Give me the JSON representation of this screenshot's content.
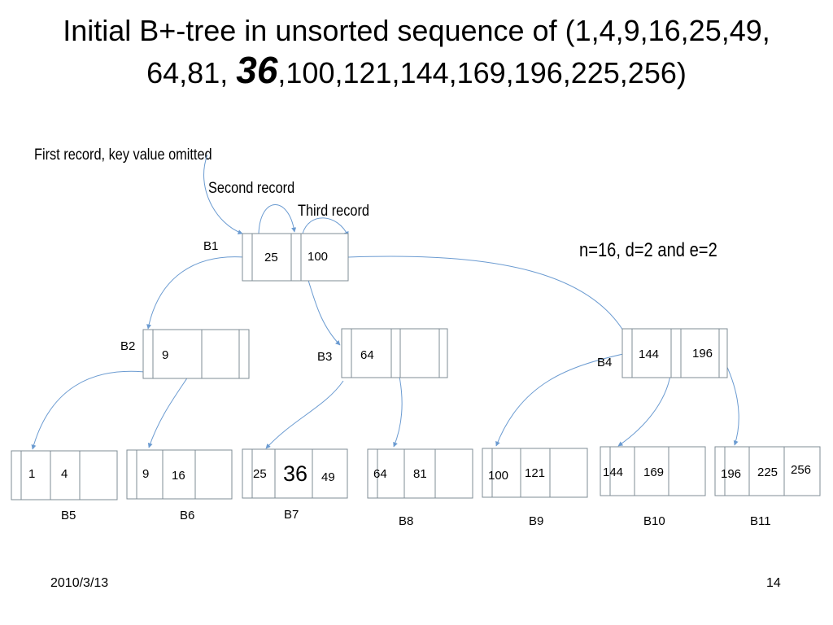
{
  "title": {
    "line1": "Initial B+-tree in unsorted sequence of (1,4,9,16,25,49,",
    "line2_pre": "64,81, ",
    "line2_emph": "36",
    "line2_post": ",100,121,144,169,196,225,256)"
  },
  "annotations": {
    "first_record": "First record, key value omitted",
    "second_record": "Second record",
    "third_record": "Third record",
    "params": "n=16, d=2 and e=2"
  },
  "nodes": {
    "b1": {
      "label": "B1",
      "keys": [
        "25",
        "100"
      ]
    },
    "b2": {
      "label": "B2",
      "keys": [
        "9"
      ]
    },
    "b3": {
      "label": "B3",
      "keys": [
        "64"
      ]
    },
    "b4": {
      "label": "B4",
      "keys": [
        "144",
        "196"
      ]
    },
    "b5": {
      "label": "B5",
      "keys": [
        "1",
        "4"
      ]
    },
    "b6": {
      "label": "B6",
      "keys": [
        "9",
        "16"
      ]
    },
    "b7": {
      "label": "B7",
      "keys": [
        "25",
        "36",
        "49"
      ]
    },
    "b8": {
      "label": "B8",
      "keys": [
        "64",
        "81"
      ]
    },
    "b9": {
      "label": "B9",
      "keys": [
        "100",
        "121"
      ]
    },
    "b10": {
      "label": "B10",
      "keys": [
        "144",
        "169"
      ]
    },
    "b11": {
      "label": "B11",
      "keys": [
        "196",
        "225",
        "256"
      ]
    }
  },
  "footer": {
    "date": "2010/3/13",
    "page": "14"
  }
}
